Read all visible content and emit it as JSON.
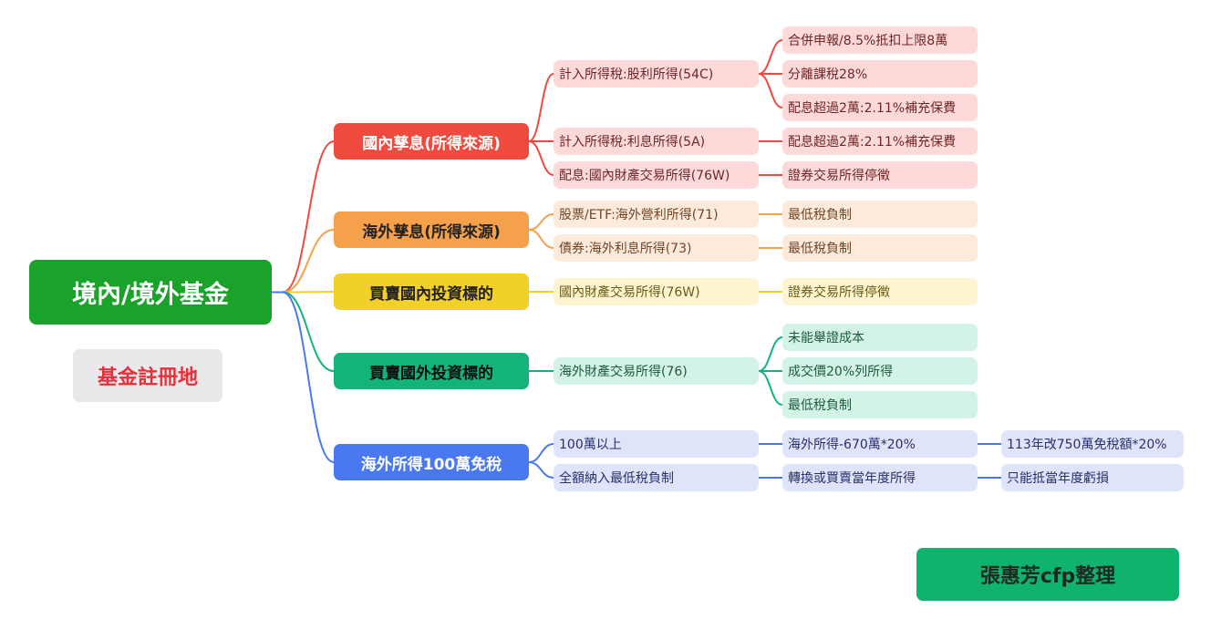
{
  "root": "境內/境外基金",
  "registration": "基金註冊地",
  "footer": "張惠芳cfp整理",
  "colors": {
    "root": "#1aa32a",
    "red": "#f04a3f",
    "orange": "#f5a04a",
    "yellow": "#f2d02a",
    "green": "#12b47a",
    "blue": "#4a78f0"
  },
  "branches": [
    {
      "label": "國內孳息(所得來源)",
      "children": [
        {
          "label": "計入所得稅:股利所得(54C)",
          "children": [
            "合併申報/8.5%抵扣上限8萬",
            "分離課稅28%",
            "配息超過2萬:2.11%補充保費"
          ]
        },
        {
          "label": "計入所得稅:利息所得(5A)",
          "children": [
            "配息超過2萬:2.11%補充保費"
          ]
        },
        {
          "label": "配息:國內財產交易所得(76W)",
          "children": [
            "證券交易所得停徵"
          ]
        }
      ]
    },
    {
      "label": "海外孳息(所得來源)",
      "children": [
        {
          "label": "股票/ETF:海外營利所得(71)",
          "children": [
            "最低稅負制"
          ]
        },
        {
          "label": "債券:海外利息所得(73)",
          "children": [
            "最低稅負制"
          ]
        }
      ]
    },
    {
      "label": "買賣國內投資標的",
      "children": [
        {
          "label": "國內財產交易所得(76W)",
          "children": [
            "證券交易所得停徵"
          ]
        }
      ]
    },
    {
      "label": "買賣國外投資標的",
      "children": [
        {
          "label": "海外財產交易所得(76)",
          "children": [
            "未能舉證成本",
            "成交價20%列所得",
            "最低稅負制"
          ]
        }
      ]
    },
    {
      "label": "海外所得100萬免稅",
      "children": [
        {
          "label": "100萬以上",
          "children": [
            {
              "label": "海外所得-670萬*20%",
              "next": "113年改750萬免稅額*20%"
            }
          ]
        },
        {
          "label": "全額納入最低稅負制",
          "children": [
            {
              "label": "轉換或買賣當年度所得",
              "next": "只能抵當年度虧損"
            }
          ]
        }
      ]
    }
  ]
}
